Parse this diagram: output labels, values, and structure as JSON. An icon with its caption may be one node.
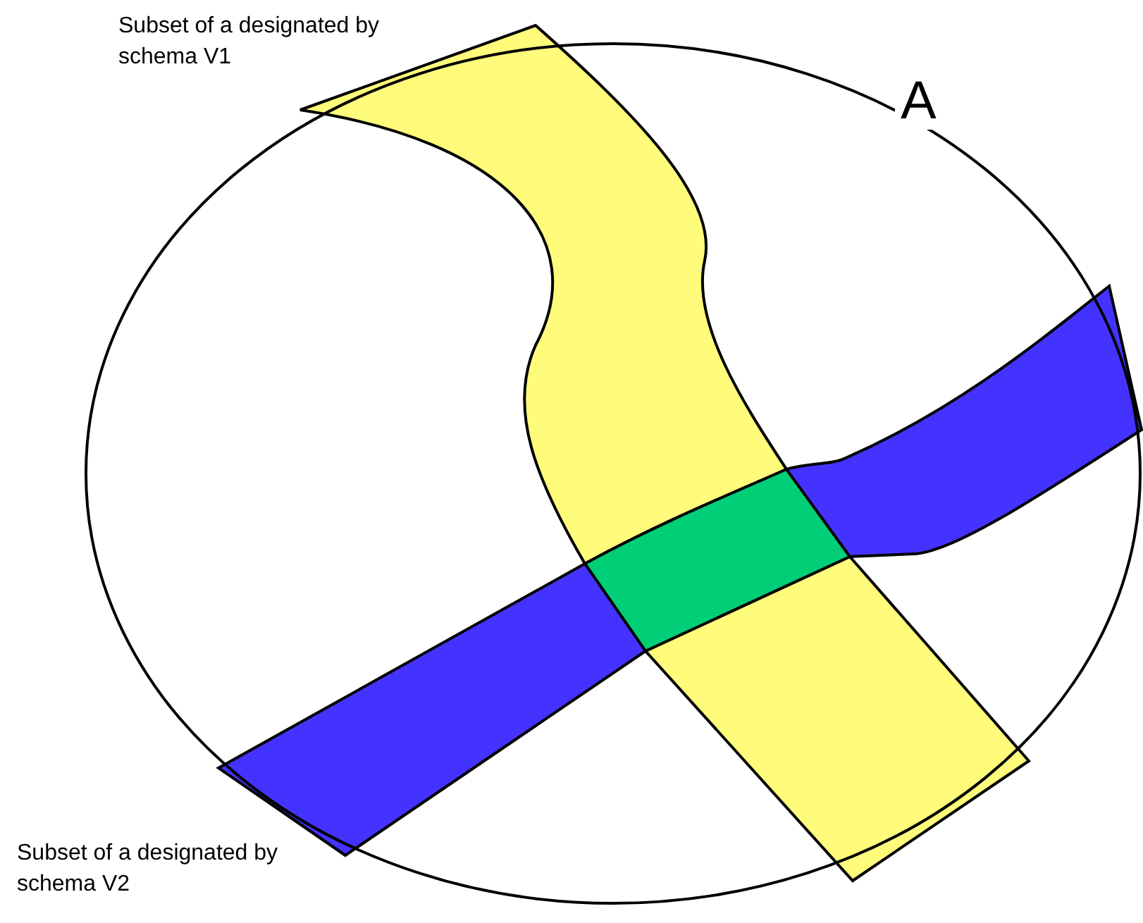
{
  "diagram": {
    "nodes": [
      {
        "text": [
          "A"
        ]
      }
    ],
    "labels": [
      "Subset of a designated by schema V1",
      "Subset of a designated by schema V2"
    ]
  }
}
